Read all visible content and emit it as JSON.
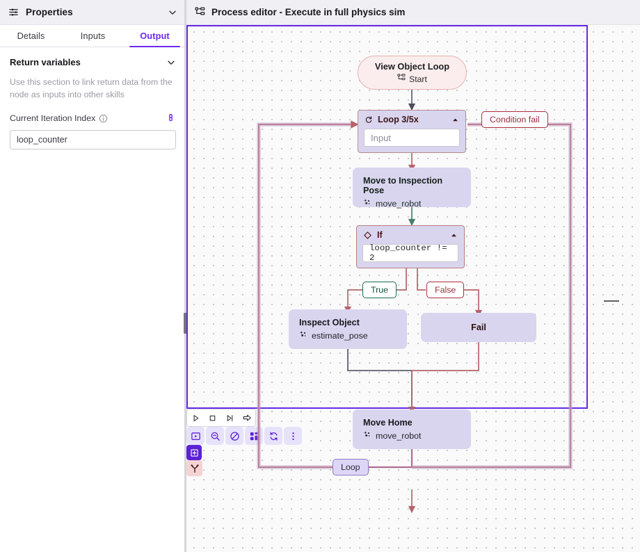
{
  "sidebar": {
    "header": {
      "title": "Properties",
      "icon": "sliders-icon",
      "chevron": "chevron-down-icon"
    },
    "tabs": [
      {
        "label": "Details",
        "active": false
      },
      {
        "label": "Inputs",
        "active": false
      },
      {
        "label": "Output",
        "active": true
      }
    ],
    "section": {
      "title": "Return variables",
      "description": "Use this section to link return data from the node as inputs into other skills",
      "field_label": "Current Iteration Index",
      "field_value": "loop_counter",
      "info_icon": "info-icon",
      "link_icon": "link-icon",
      "chevron": "chevron-down-icon"
    }
  },
  "editor": {
    "title": "Process editor - Execute in full physics sim",
    "icon": "process-tree-icon",
    "playback": [
      {
        "name": "play-icon",
        "glyph": "play"
      },
      {
        "name": "stop-icon",
        "glyph": "stop"
      },
      {
        "name": "step-forward-icon",
        "glyph": "step"
      },
      {
        "name": "continue-arrow-icon",
        "glyph": "arrow"
      }
    ],
    "toolbar": [
      {
        "name": "run-node-icon"
      },
      {
        "name": "inspect-zoom-icon"
      },
      {
        "name": "disable-icon"
      },
      {
        "name": "layout-grid-icon"
      },
      {
        "name": "loop-refresh-icon"
      },
      {
        "name": "more-options-icon"
      }
    ],
    "add_node_button": {
      "name": "add-node-button",
      "icon": "plus-square-icon"
    },
    "branch_chip": {
      "name": "branch-icon"
    }
  },
  "graph": {
    "start": {
      "title": "View Object Loop",
      "subtitle": "Start",
      "icon": "process-tree-icon"
    },
    "loop": {
      "title": "Loop 3/5x",
      "icon": "loop-icon",
      "input_placeholder": "Input",
      "collapse": "chevron-up-icon"
    },
    "move_inspection": {
      "title": "Move to Inspection Pose",
      "subtitle": "move_robot",
      "icon": "skill-sparkle-icon"
    },
    "if": {
      "title": "If",
      "icon": "diamond-icon",
      "expression": "loop_counter != 2",
      "collapse": "chevron-up-icon"
    },
    "inspect": {
      "title": "Inspect Object",
      "subtitle": "estimate_pose",
      "icon": "skill-sparkle-icon"
    },
    "fail": {
      "title": "Fail"
    },
    "move_home": {
      "title": "Move Home",
      "subtitle": "move_robot",
      "icon": "skill-sparkle-icon"
    },
    "labels": {
      "true": "True",
      "false": "False",
      "loop": "Loop",
      "condition_fail": "Condition fail"
    }
  },
  "colors": {
    "accent": "#6d28f5",
    "selection": "#6429e8",
    "loop_node": "#ceaeae",
    "if_node": "#dfb7b7",
    "move_node": "#bfe8c9",
    "fail_node": "#f0a79f",
    "neutral_node": "#e3e3ea",
    "start_node": "#fbeded",
    "edge_red": "#b5636b",
    "edge_gray": "#6f6f7e",
    "edge_pink": "#b97f9c"
  }
}
